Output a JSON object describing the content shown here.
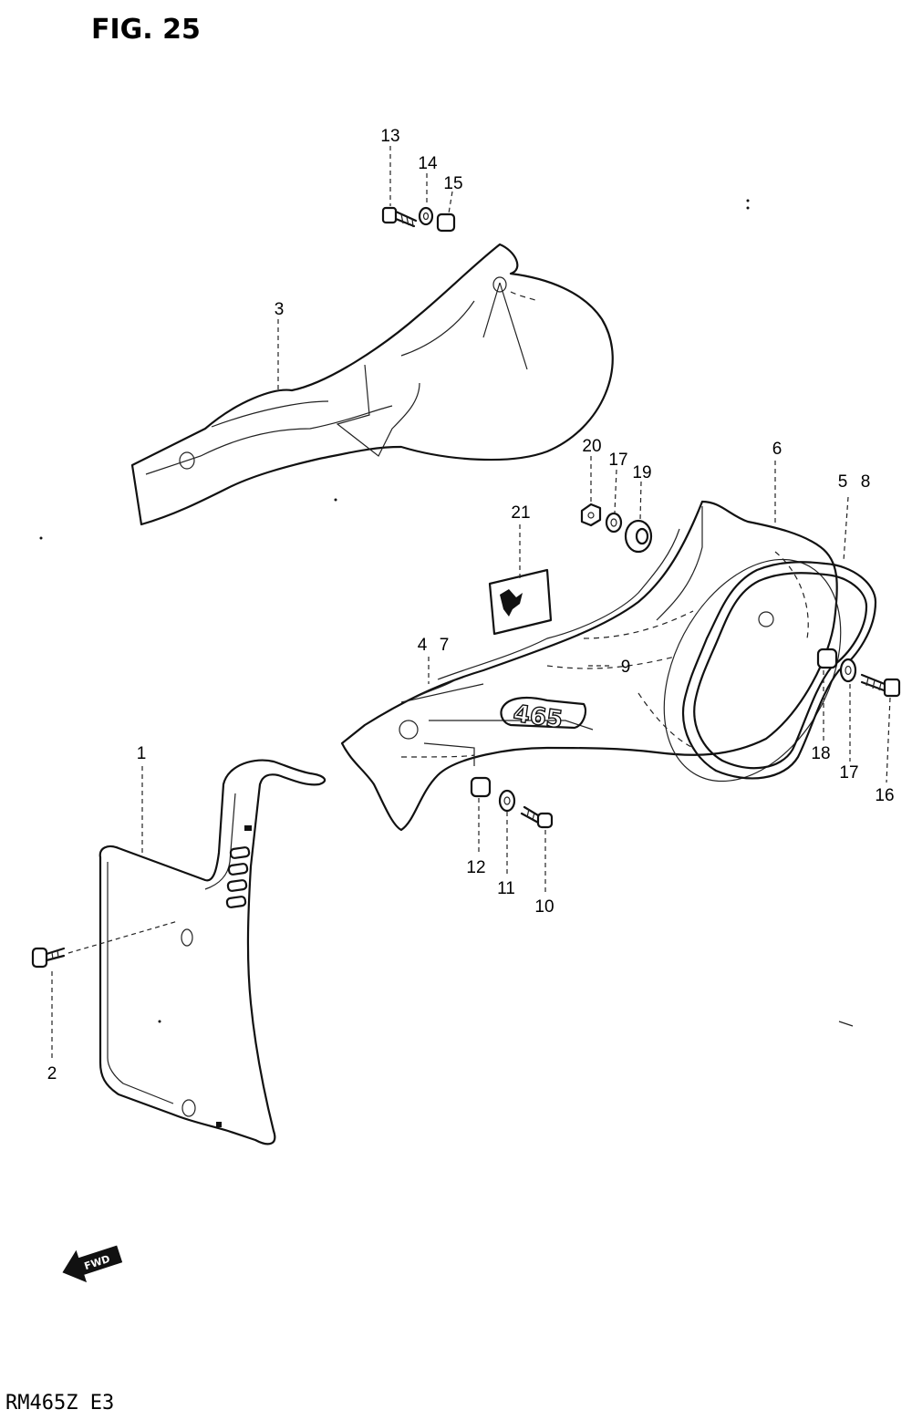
{
  "figure": {
    "title": "FIG. 25",
    "footer": "RM465Z E3",
    "emblem_text": "465",
    "direction_arrow_text": "FWD"
  },
  "labels": [
    {
      "id": "1",
      "text": "1"
    },
    {
      "id": "2",
      "text": "2"
    },
    {
      "id": "3",
      "text": "3"
    },
    {
      "id": "4",
      "text": "4"
    },
    {
      "id": "7",
      "text": "7"
    },
    {
      "id": "5",
      "text": "5"
    },
    {
      "id": "8",
      "text": "8"
    },
    {
      "id": "6",
      "text": "6"
    },
    {
      "id": "9",
      "text": "9"
    },
    {
      "id": "10",
      "text": "10"
    },
    {
      "id": "11",
      "text": "11"
    },
    {
      "id": "12",
      "text": "12"
    },
    {
      "id": "13",
      "text": "13"
    },
    {
      "id": "14",
      "text": "14"
    },
    {
      "id": "15",
      "text": "15"
    },
    {
      "id": "16",
      "text": "16"
    },
    {
      "id": "17a",
      "text": "17"
    },
    {
      "id": "17b",
      "text": "17"
    },
    {
      "id": "18",
      "text": "18"
    },
    {
      "id": "19",
      "text": "19"
    },
    {
      "id": "20",
      "text": "20"
    },
    {
      "id": "21",
      "text": "21"
    }
  ]
}
